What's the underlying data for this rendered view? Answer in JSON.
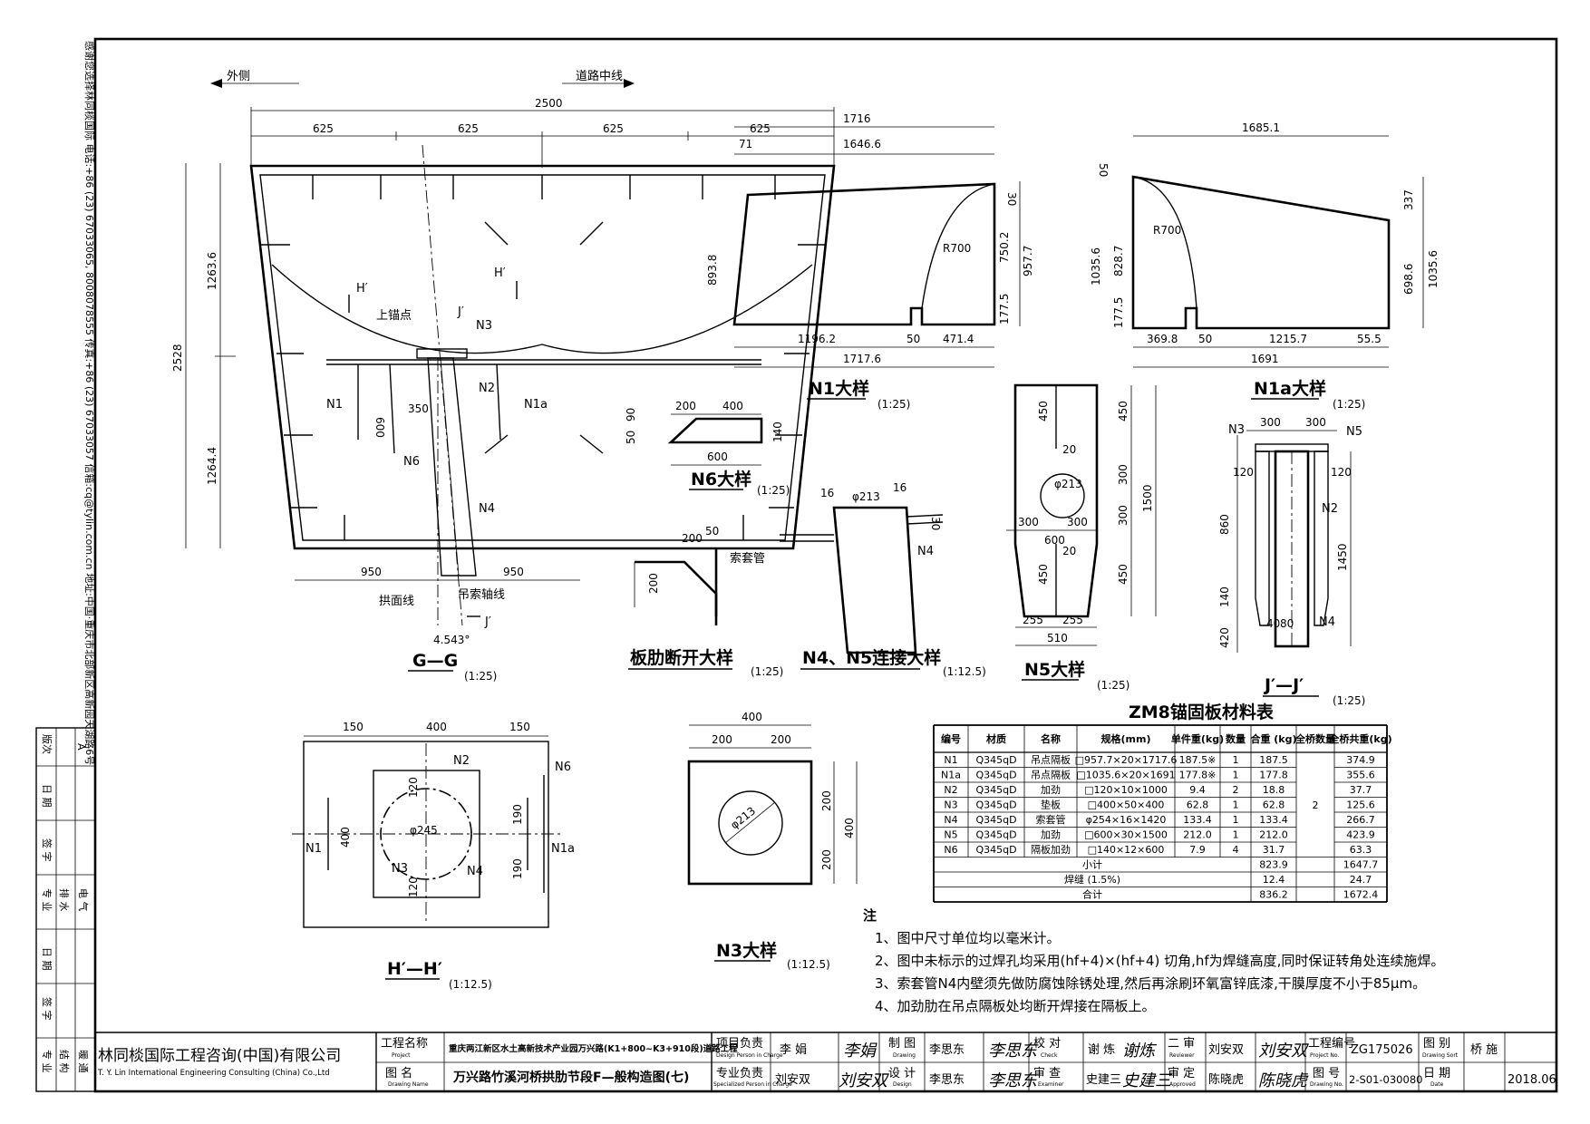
{
  "margin_text": {
    "company_line": "感谢您选择林同棪国际  电话:+86 (23) 67033065, 8008078555 传真:+86 (23) 67033057 信箱:cq@tylin.com.cn  地址:中国·重庆市北部新区高新园天湖路6号"
  },
  "view_gg": {
    "outer_side": "外侧",
    "road_center": "道路中线",
    "w_total": "2500",
    "w_625": "625",
    "h_total": "2528",
    "h_upper": "1263.6",
    "h_lower": "1264.4",
    "bottom_950": "950",
    "anchor_point": "上锚点",
    "dim_350": "350",
    "dim_600": "600",
    "arch_line": "拱面线",
    "cable_axis": "吊索轴线",
    "angle": "4.543°",
    "sec_h": "H′",
    "sec_j": "J′",
    "title": "G—G",
    "scale": "(1:25)"
  },
  "view_n1": {
    "w_1716": "1716",
    "w_71": "71",
    "w_1646": "1646.6",
    "h_893": "893.8",
    "h_957": "957.7",
    "h_750": "750.2",
    "h_30": "30",
    "h_177": "177.5",
    "r700": "R700",
    "b_1196": "1196.2",
    "b_50": "50",
    "b_471": "471.4",
    "b_1717": "1717.6",
    "title": "N1大样",
    "scale": "(1:25)"
  },
  "view_n1a": {
    "w_1685": "1685.1",
    "h_50": "50",
    "h_1035": "1035.6",
    "h_828": "828.7",
    "h_177": "177.5",
    "h_337": "337",
    "h_698": "698.6",
    "r700": "R700",
    "b_369": "369.8",
    "b_50": "50",
    "b_1215": "1215.7",
    "b_55": "55.5",
    "b_1691": "1691",
    "title": "N1a大样",
    "scale": "(1:25)"
  },
  "view_n6": {
    "d200": "200",
    "d400": "400",
    "d50": "50",
    "d90": "90",
    "d600": "600",
    "d140": "140",
    "title": "N6大样",
    "scale": "(1:25)"
  },
  "view_rib": {
    "d200": "200",
    "d50": "50",
    "dv200": "200",
    "cable_tube": "索套管",
    "title": "板肋断开大样",
    "scale": "(1:25)"
  },
  "view_n45": {
    "d16a": "16",
    "phi": "φ213",
    "d16b": "16",
    "d30": "30",
    "n4": "N4",
    "title": "N4、N5连接大样",
    "scale": "(1:12.5)"
  },
  "view_n5": {
    "h450a": "450",
    "h300a": "300",
    "h300b": "300",
    "h450b": "450",
    "h1500": "1500",
    "d20a": "20",
    "d20b": "20",
    "phi": "φ213",
    "w300a": "300",
    "w300b": "300",
    "w600": "600",
    "w255a": "255",
    "w255b": "255",
    "w510": "510",
    "title": "N5大样",
    "scale": "(1:25)"
  },
  "view_jj": {
    "n3": "N3",
    "n5": "N5",
    "w300a": "300",
    "w300b": "300",
    "d120a": "120",
    "d120b": "120",
    "h860": "860",
    "h1450": "1450",
    "h140": "140",
    "h420": "420",
    "d40": "40",
    "d80": "80",
    "n2": "N2",
    "n4": "N4",
    "title": "J′—J′",
    "scale": "(1:25)"
  },
  "view_hh": {
    "w150a": "150",
    "w400": "400",
    "w150b": "150",
    "n2": "N2",
    "n6": "N6",
    "n1": "N1",
    "n1a": "N1a",
    "n3": "N3",
    "n4": "N4",
    "h400": "400",
    "d120a": "120",
    "d120b": "120",
    "d190a": "190",
    "d190b": "190",
    "phi": "φ245",
    "title": "H′—H′",
    "scale": "(1:12.5)"
  },
  "view_n3": {
    "w400": "400",
    "w200a": "200",
    "w200b": "200",
    "h200a": "200",
    "h200b": "200",
    "h400": "400",
    "phi": "φ213",
    "title": "N3大样",
    "scale": "(1:12.5)"
  },
  "table": {
    "title": "ZM8锚固板材料表",
    "headers": [
      "编号",
      "材质",
      "名称",
      "规格(mm)",
      "单件重(kg)",
      "数量",
      "合重 (kg)",
      "全桥数量",
      "全桥共重(kg)"
    ],
    "rows": [
      [
        "N1",
        "Q345qD",
        "吊点隔板",
        "□957.7×20×1717.6",
        "187.5※",
        "1",
        "187.5",
        "374.9"
      ],
      [
        "N1a",
        "Q345qD",
        "吊点隔板",
        "□1035.6×20×1691",
        "177.8※",
        "1",
        "177.8",
        "355.6"
      ],
      [
        "N2",
        "Q345qD",
        "加劲",
        "□120×10×1000",
        "9.4",
        "2",
        "18.8",
        "37.7"
      ],
      [
        "N3",
        "Q345qD",
        "垫板",
        "□400×50×400",
        "62.8",
        "1",
        "62.8",
        "125.6"
      ],
      [
        "N4",
        "Q345qD",
        "索套管",
        "φ254×16×1420",
        "133.4",
        "1",
        "133.4",
        "266.7"
      ],
      [
        "N5",
        "Q345qD",
        "加劲",
        "□600×30×1500",
        "212.0",
        "1",
        "212.0",
        "423.9"
      ],
      [
        "N6",
        "Q345qD",
        "隔板加劲",
        "□140×12×600",
        "7.9",
        "4",
        "31.7",
        "63.3"
      ]
    ],
    "bridge_qty": "2",
    "sum_rows": [
      [
        "小计",
        "823.9",
        "1647.7"
      ],
      [
        "焊缝 (1.5%)",
        "12.4",
        "24.7"
      ],
      [
        "合计",
        "836.2",
        "1672.4"
      ]
    ]
  },
  "notes": {
    "title": "注",
    "items": [
      "1、图中尺寸单位均以毫米计。",
      "2、图中未标示的过焊孔均采用(hf+4)×(hf+4) 切角,hf为焊缝高度,同时保证转角处连续施焊。",
      "3、索套管N4内壁须先做防腐蚀除锈处理,然后再涂刷环氧富锌底漆,干膜厚度不小于85μm。",
      "4、加劲肋在吊点隔板处均断开焊接在隔板上。"
    ]
  },
  "revision": {
    "ver_label": "版次",
    "ver_value": "A",
    "date_label": "日 期",
    "sign_label": "签 字",
    "major_label": "专 业",
    "row_a": "排 水",
    "row_b": "电 气",
    "row_c": "结 构",
    "row_d": "暖 通"
  },
  "title_block": {
    "company_cn": "林同棪国际工程咨询(中国)有限公司",
    "company_en": "T. Y. Lin International Engineering Consulting (China) Co.,Ltd",
    "project_label": "工程名称",
    "project_label_en": "Project",
    "project_name": "重庆两江新区水土高新技术产业园万兴路(K1+800~K3+910段)道路工程",
    "drawing_label": "图  名",
    "drawing_label_en": "Drawing Name",
    "drawing_name": "万兴路竹溪河桥拱肋节段F—般构造图(七)",
    "pm_label": "项目负责",
    "pm_label_en": "Design Person in Charge",
    "pm_name": "李 娟",
    "pm_sig": "李娟",
    "sp_label": "专业负责",
    "sp_label_en": "Specialized Person in Charge",
    "sp_name": "刘安双",
    "sp_sig": "刘安双",
    "draw_label": "制  图",
    "draw_label_en": "Drawing",
    "draw_name": "李思东",
    "draw_sig": "李思东",
    "design_label": "设  计",
    "design_label_en": "Design",
    "design_name": "李思东",
    "design_sig": "李思东",
    "check_label": "校  对",
    "check_label_en": "Check",
    "check_name": "谢 炼",
    "check_sig": "谢炼",
    "exam_label": "审  查",
    "exam_label_en": "Examiner",
    "exam_name": "史建三",
    "exam_sig": "史建三",
    "review_label": "二  审",
    "review_label_en": "Reviewer",
    "review_name": "刘安双",
    "review_sig": "刘安双",
    "approve_label": "审  定",
    "approve_label_en": "Approved",
    "approve_name": "陈晓虎",
    "approve_sig": "陈晓虎",
    "projno_label": "工程编号",
    "projno_label_en": "Project No.",
    "projno": "ZG175026",
    "drwno_label": "图  号",
    "drwno_label_en": "Drawing No.",
    "drwno": "2-S01-030080",
    "sort_label": "图 别",
    "sort_label_en": "Drawing Sort",
    "sort": "桥 施",
    "date_label": "日 期",
    "date_label_en": "Date",
    "date": "2018.06"
  }
}
